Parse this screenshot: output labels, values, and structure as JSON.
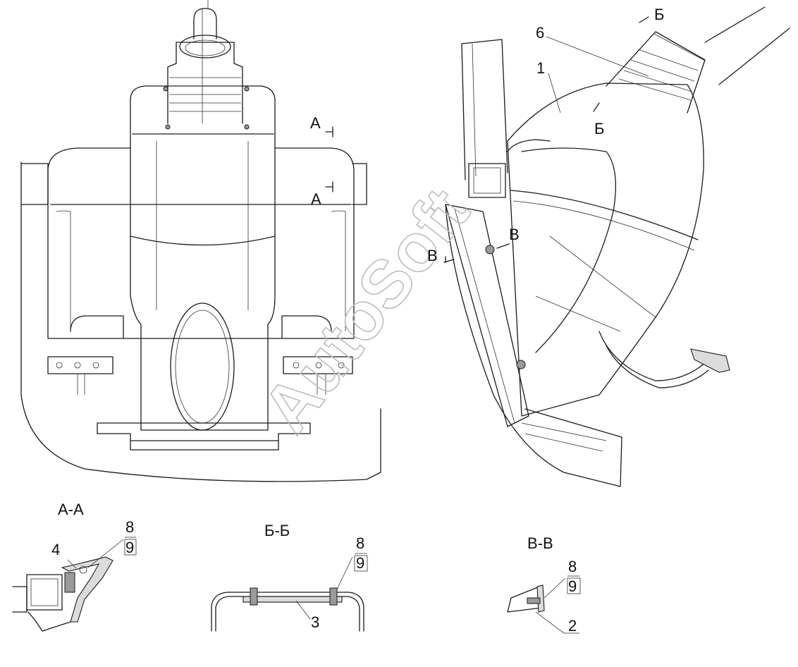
{
  "watermark": "AutoSoft",
  "callouts": {
    "c1": "1",
    "c2": "2",
    "c3": "3",
    "c4": "4",
    "c6": "6",
    "c8_aa": "8",
    "c9_aa": "9",
    "c8_bb": "8",
    "c9_bb": "9",
    "c8_vv": "8",
    "c9_vv": "9"
  },
  "section_marks": {
    "a_top": "А",
    "a_bottom": "А",
    "b_top": "Б",
    "b_bottom": "Б",
    "v_left": "В",
    "v_right": "В"
  },
  "section_titles": {
    "aa": "А-А",
    "bb": "Б-Б",
    "vv": "В-В"
  }
}
